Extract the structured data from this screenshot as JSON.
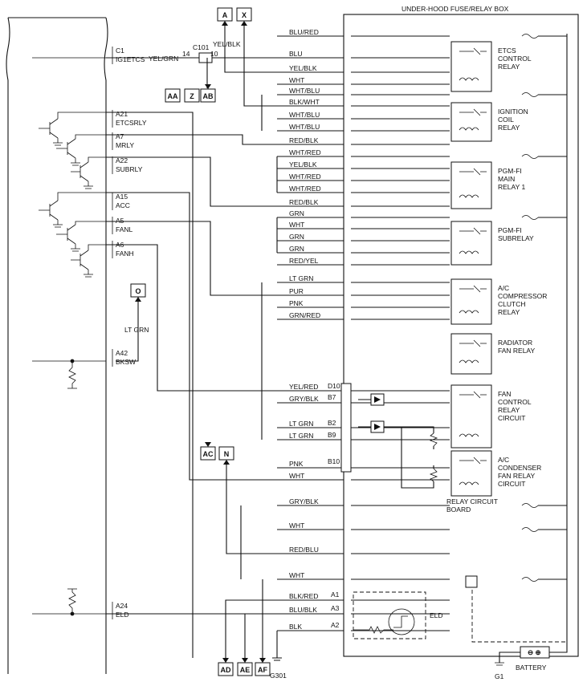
{
  "title": "UNDER-HOOD FUSE/RELAY BOX",
  "ecm_pins": [
    {
      "pin": "C1",
      "name": "IG1ETCS"
    },
    {
      "pin": "A21",
      "name": "ETCSRLY"
    },
    {
      "pin": "A7",
      "name": "MRLY"
    },
    {
      "pin": "A22",
      "name": "SUBRLY"
    },
    {
      "pin": "A15",
      "name": "ACC"
    },
    {
      "pin": "A5",
      "name": "FANL"
    },
    {
      "pin": "A6",
      "name": "FANH"
    },
    {
      "pin": "A42",
      "name": "BKSW"
    },
    {
      "pin": "A24",
      "name": "ELD"
    }
  ],
  "connectors": {
    "c101": "C101",
    "c101_pin14": "14",
    "c101_pin10": "10",
    "top": [
      "A",
      "X"
    ],
    "mid": [
      "AA",
      "Z",
      "AB"
    ],
    "o": "O",
    "ac": "AC",
    "n": "N",
    "bottom": [
      "AD",
      "AE",
      "AF"
    ],
    "g301": "G301",
    "g1": "G1"
  },
  "wires": {
    "yel_grn": "YEL/GRN",
    "yel_blk_top": "YEL/BLK",
    "lt_grn_o": "LT GRN",
    "list": [
      "BLU/RED",
      "BLU",
      "YEL/BLK",
      "WHT",
      "WHT/BLU",
      "BLK/WHT",
      "WHT/BLU",
      "WHT/BLU",
      "RED/BLK",
      "WHT/RED",
      "YEL/BLK",
      "WHT/RED",
      "WHT/RED",
      "RED/BLK",
      "GRN",
      "WHT",
      "GRN",
      "GRN",
      "RED/YEL",
      "LT GRN",
      "PUR",
      "PNK",
      "GRN/RED",
      "YEL/RED",
      "GRY/BLK",
      "LT GRN",
      "LT GRN",
      "PNK",
      "WHT",
      "GRY/BLK",
      "WHT",
      "RED/BLU",
      "WHT",
      "BLK/RED",
      "BLU/BLK",
      "BLK"
    ]
  },
  "relays": [
    {
      "name": "ETCS CONTROL RELAY",
      "lines": [
        "ETCS",
        "CONTROL",
        "RELAY"
      ]
    },
    {
      "name": "IGNITION COIL RELAY",
      "lines": [
        "IGNITION",
        "COIL",
        "RELAY"
      ]
    },
    {
      "name": "PGM-FI MAIN RELAY 1",
      "lines": [
        "PGM-FI",
        "MAIN",
        "RELAY 1"
      ]
    },
    {
      "name": "PGM-FI SUBRELAY",
      "lines": [
        "PGM-FI",
        "SUBRELAY"
      ]
    },
    {
      "name": "A/C COMPRESSOR CLUTCH RELAY",
      "lines": [
        "A/C",
        "COMPRESSOR",
        "CLUTCH",
        "RELAY"
      ]
    },
    {
      "name": "RADIATOR FAN RELAY",
      "lines": [
        "RADIATOR",
        "FAN RELAY"
      ]
    },
    {
      "name": "FAN CONTROL RELAY CIRCUIT",
      "lines": [
        "FAN",
        "CONTROL",
        "RELAY",
        "CIRCUIT"
      ]
    },
    {
      "name": "A/C CONDENSER FAN RELAY CIRCUIT",
      "lines": [
        "A/C",
        "CONDENSER",
        "FAN RELAY",
        "CIRCUIT"
      ]
    }
  ],
  "board_pins": [
    "D10",
    "B7",
    "B2",
    "B9",
    "B10"
  ],
  "board_label": [
    "RELAY CIRCUIT",
    "BOARD"
  ],
  "eld_pins": [
    "A1",
    "A3",
    "A2"
  ],
  "eld_label": "ELD",
  "battery_label": "BATTERY"
}
